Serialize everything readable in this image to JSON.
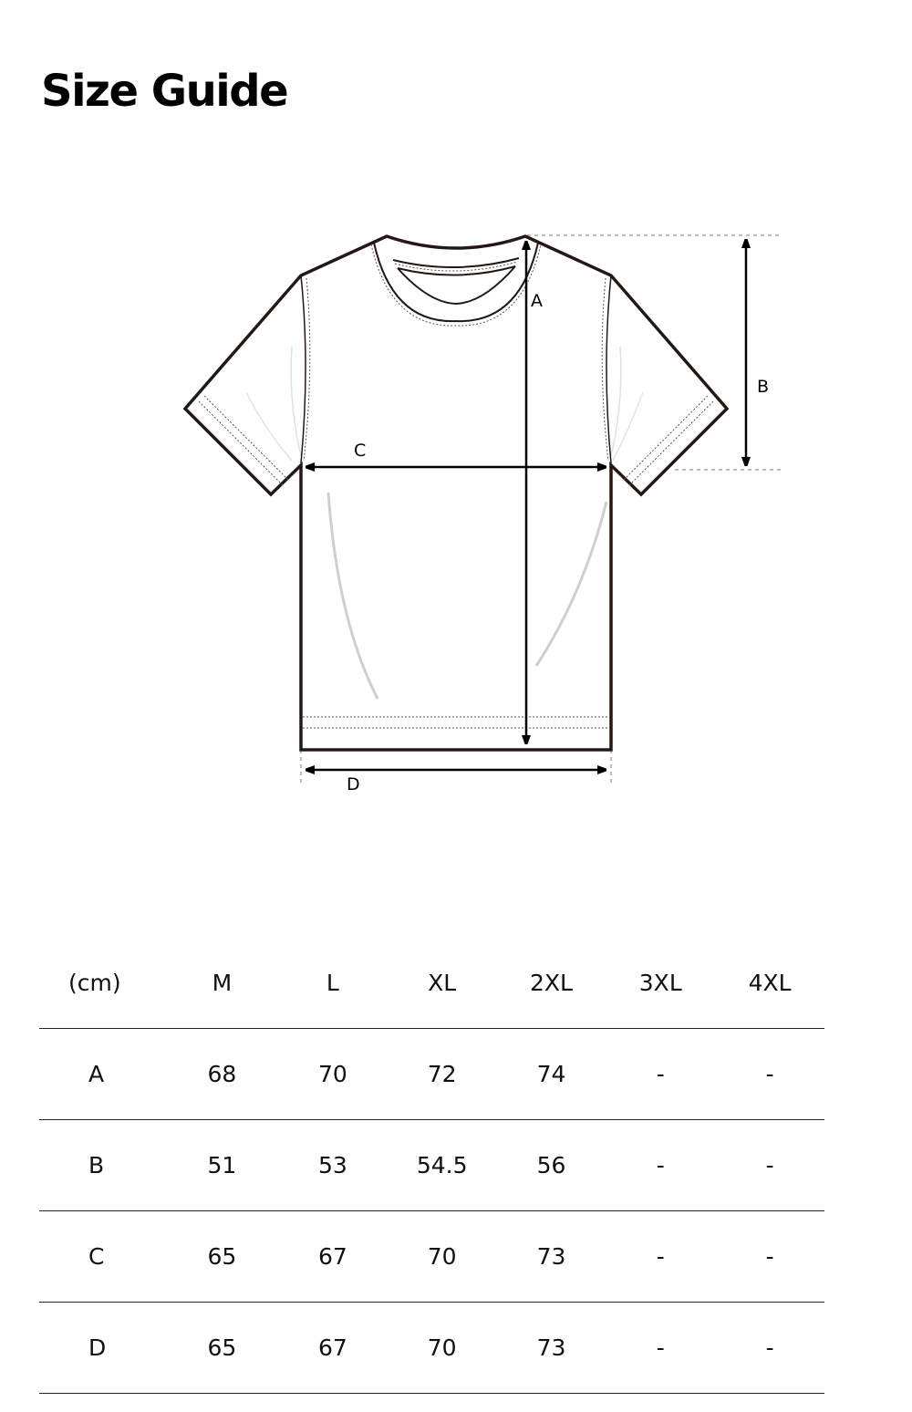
{
  "title": "Size Guide",
  "diagram": {
    "garment": "t-shirt",
    "labels": {
      "a": "A",
      "b": "B",
      "c": "C",
      "d": "D"
    },
    "colors": {
      "outline": "#231815",
      "arrow": "#000000",
      "guide_dash": "#a0a0a0",
      "shade": "#cccccc"
    }
  },
  "table": {
    "unit": "(cm)",
    "sizes": [
      "M",
      "L",
      "XL",
      "2XL",
      "3XL",
      "4XL"
    ],
    "rows": [
      {
        "label": "A",
        "values": [
          "68",
          "70",
          "72",
          "74",
          "-",
          "-"
        ]
      },
      {
        "label": "B",
        "values": [
          "51",
          "53",
          "54.5",
          "56",
          "-",
          "-"
        ]
      },
      {
        "label": "C",
        "values": [
          "65",
          "67",
          "70",
          "73",
          "-",
          "-"
        ]
      },
      {
        "label": "D",
        "values": [
          "65",
          "67",
          "70",
          "73",
          "-",
          "-"
        ]
      }
    ]
  }
}
